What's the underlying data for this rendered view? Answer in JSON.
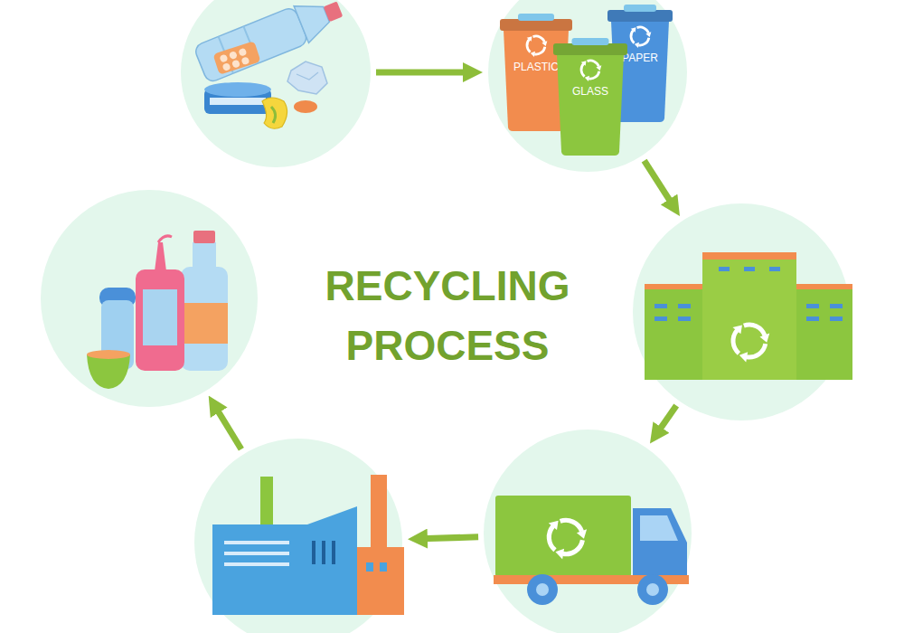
{
  "diagram": {
    "title": "RECYCLING PROCESS",
    "nodes": [
      {
        "text": []
      },
      {
        "text": []
      },
      {
        "text": [
          "PLASTIC"
        ],
        "in": 1
      },
      {
        "text": [
          "GLASS"
        ],
        "in": 1
      },
      {
        "text": [
          "PAPER"
        ],
        "in": 1
      },
      {
        "text": []
      },
      {
        "text": []
      },
      {
        "text": []
      },
      {
        "text": []
      }
    ],
    "edges": [
      {
        "from": 0,
        "to": 1,
        "arrow": "to"
      },
      {
        "from": 1,
        "to": 5,
        "arrow": "to"
      },
      {
        "from": 5,
        "to": 6,
        "arrow": "to"
      },
      {
        "from": 6,
        "to": 7,
        "arrow": "to"
      },
      {
        "from": 7,
        "to": 8,
        "arrow": "to"
      }
    ]
  }
}
